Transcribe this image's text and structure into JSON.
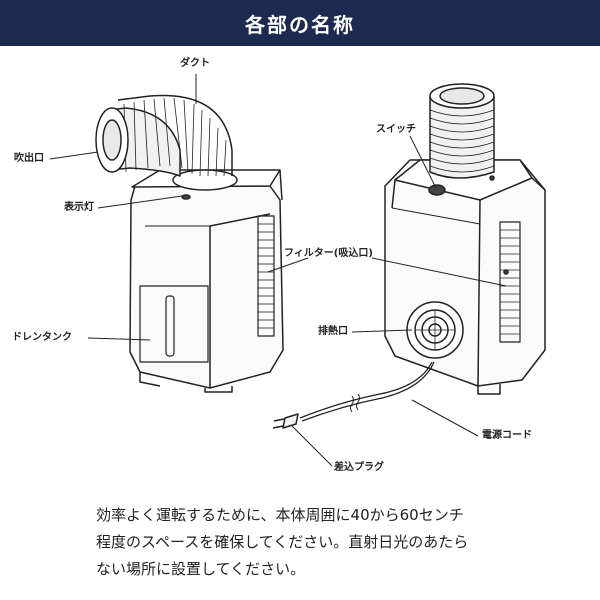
{
  "header": {
    "title": "各部の名称"
  },
  "labels": {
    "duct": "ダクト",
    "outlet": "吹出口",
    "display_lamp": "表示灯",
    "drain_tank": "ドレンタンク",
    "switch": "スイッチ",
    "filter": "フィルター(吸込口)",
    "exhaust": "排熱口",
    "power_cord": "電源コード",
    "plug": "差込プラグ"
  },
  "note": {
    "lines": [
      "効率よく運転するために、本体周囲に40から60センチ",
      "程度のスペースを確保してください。直射日光のあたら",
      "ない場所に設置してください。"
    ]
  }
}
